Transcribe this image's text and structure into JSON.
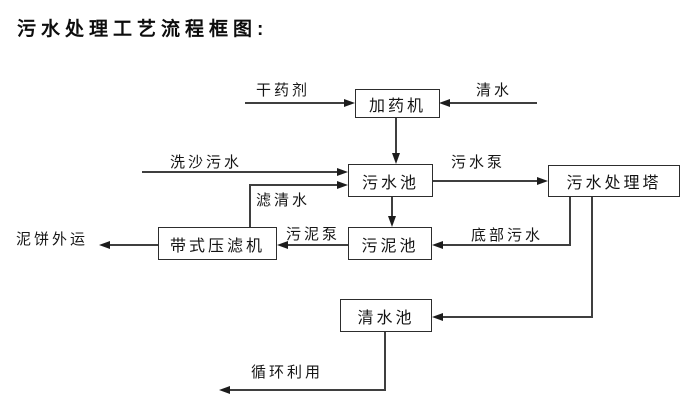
{
  "title": "污水处理工艺流程框图:",
  "nodes": {
    "dosing_machine": "加药机",
    "sewage_pool": "污水池",
    "treatment_tower": "污水处理塔",
    "sludge_pool": "污泥池",
    "belt_filter_press": "带式压滤机",
    "clean_water_pool": "清水池"
  },
  "labels": {
    "dry_agent": "干药剂",
    "clean_water": "清水",
    "sand_washing_sewage": "洗沙污水",
    "filtered_water": "滤清水",
    "sewage_pump": "污水泵",
    "bottom_sewage": "底部污水",
    "sludge_pump": "污泥泵",
    "mud_cake_out": "泥饼外运",
    "recycle_use": "循环利用"
  },
  "colors": {
    "background": "#ffffff",
    "line": "#3f3f3f",
    "box_border": "#2d2d2d",
    "text": "#111111"
  }
}
